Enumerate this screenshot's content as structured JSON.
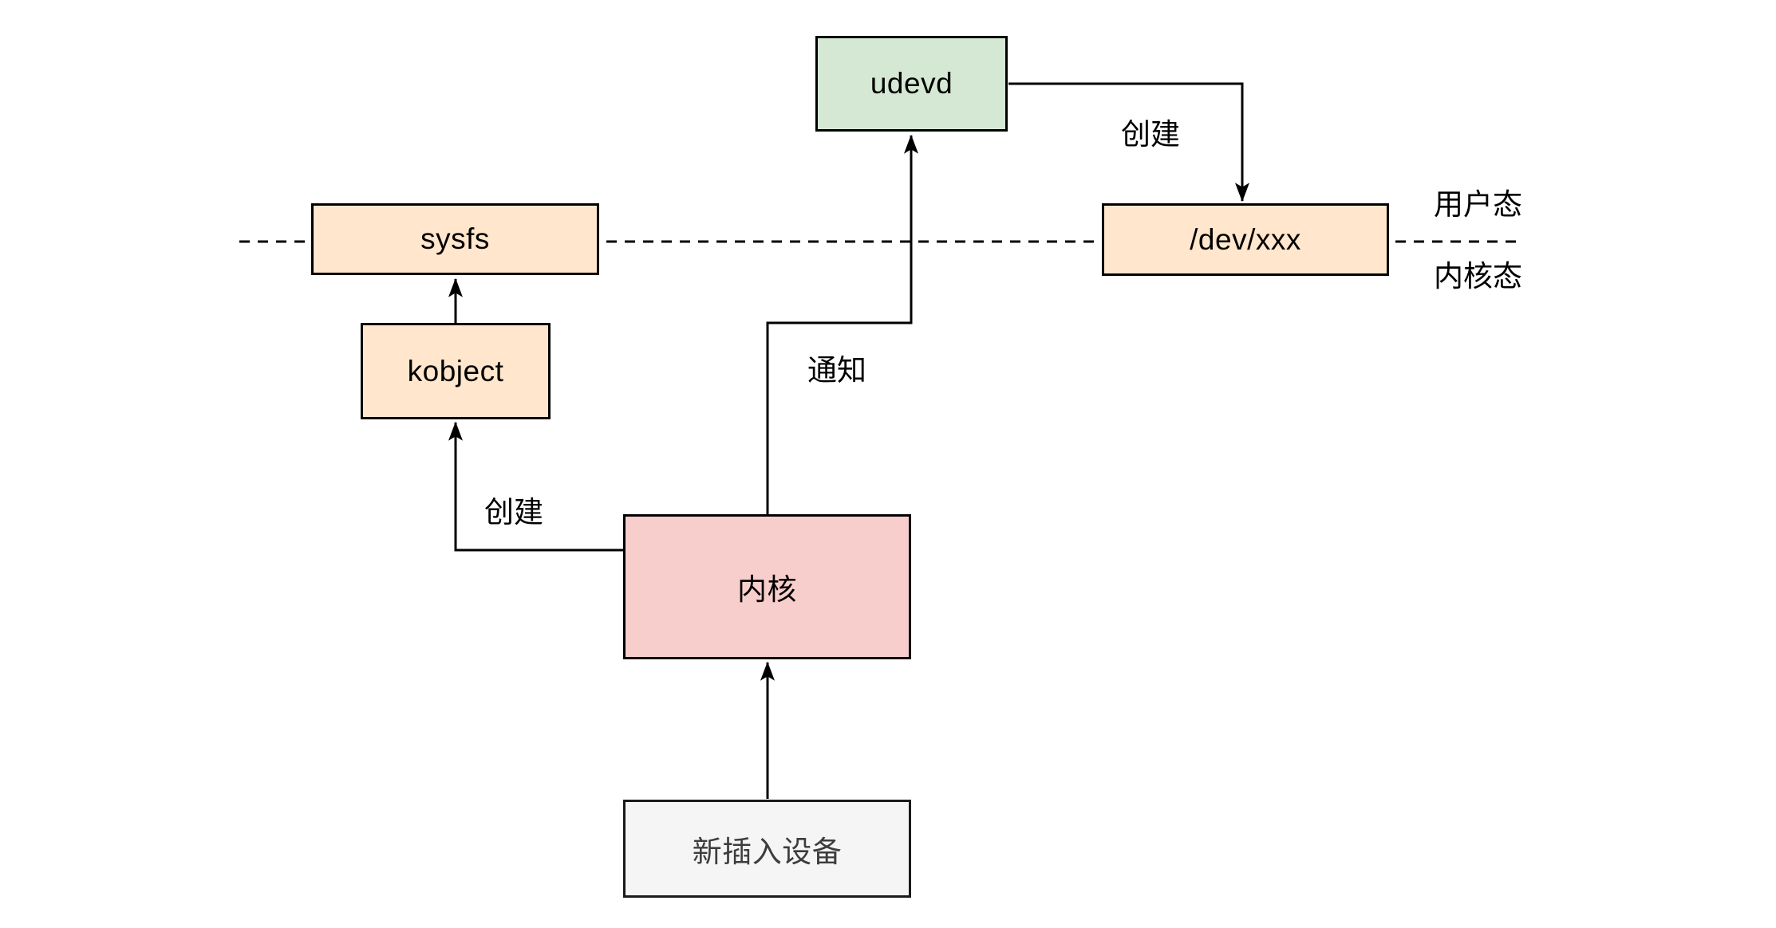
{
  "diagram": {
    "type": "flowchart",
    "description": "Linux udev device model flow between kernel mode and user mode",
    "background": "#ffffff",
    "line_color": "#000000",
    "nodes": {
      "udevd": {
        "label": "udevd",
        "fill": "#d5e8d4",
        "border": "#000000"
      },
      "sysfs": {
        "label": "sysfs",
        "fill": "#ffe6cc",
        "border": "#000000"
      },
      "devxxx": {
        "label": "/dev/xxx",
        "fill": "#ffe6cc",
        "border": "#000000"
      },
      "kobject": {
        "label": "kobject",
        "fill": "#ffe6cc",
        "border": "#000000"
      },
      "kernel": {
        "label": "内核",
        "fill": "#f8cecc",
        "border": "#000000"
      },
      "new_device": {
        "label": "新插入设备",
        "fill": "#f5f5f5",
        "border": "#1a1a1a"
      }
    },
    "edges": {
      "udevd_creates_devxxx": {
        "label": "创建",
        "from": "udevd",
        "to": "devxxx"
      },
      "kernel_creates_kobject": {
        "label": "创建",
        "from": "kernel",
        "to": "kobject"
      },
      "kernel_notifies_udevd": {
        "label": "通知",
        "from": "kernel",
        "to": "udevd"
      },
      "kobject_to_sysfs": {
        "label": "",
        "from": "kobject",
        "to": "sysfs"
      },
      "new_device_to_kernel": {
        "label": "",
        "from": "new_device",
        "to": "kernel"
      }
    },
    "zones": {
      "user_mode": "用户态",
      "kernel_mode": "内核态"
    }
  }
}
